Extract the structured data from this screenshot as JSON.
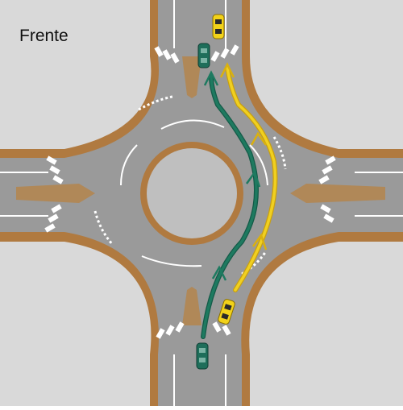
{
  "caption": "Frente",
  "colors": {
    "background": "#d9d9d9",
    "road": "#9a9a9a",
    "curb": "#b07a40",
    "island": "#b08858",
    "lane_marking": "#ffffff",
    "crosswalk": "#ffffff",
    "vehicle_green": "#1e6e5a",
    "vehicle_yellow": "#f2d21a",
    "path_green": "#1e7a60",
    "path_yellow": "#f0d020"
  },
  "vehicles": [
    {
      "name": "green-car-entering",
      "color": "vehicle_green",
      "icon": "car-icon"
    },
    {
      "name": "green-car-exiting",
      "color": "vehicle_green",
      "icon": "car-icon"
    },
    {
      "name": "yellow-car-entering",
      "color": "vehicle_yellow",
      "icon": "car-icon"
    },
    {
      "name": "yellow-car-exiting",
      "color": "vehicle_yellow",
      "icon": "car-icon"
    }
  ],
  "paths": [
    {
      "name": "green-path",
      "color": "path_green"
    },
    {
      "name": "yellow-path",
      "color": "path_yellow"
    }
  ]
}
